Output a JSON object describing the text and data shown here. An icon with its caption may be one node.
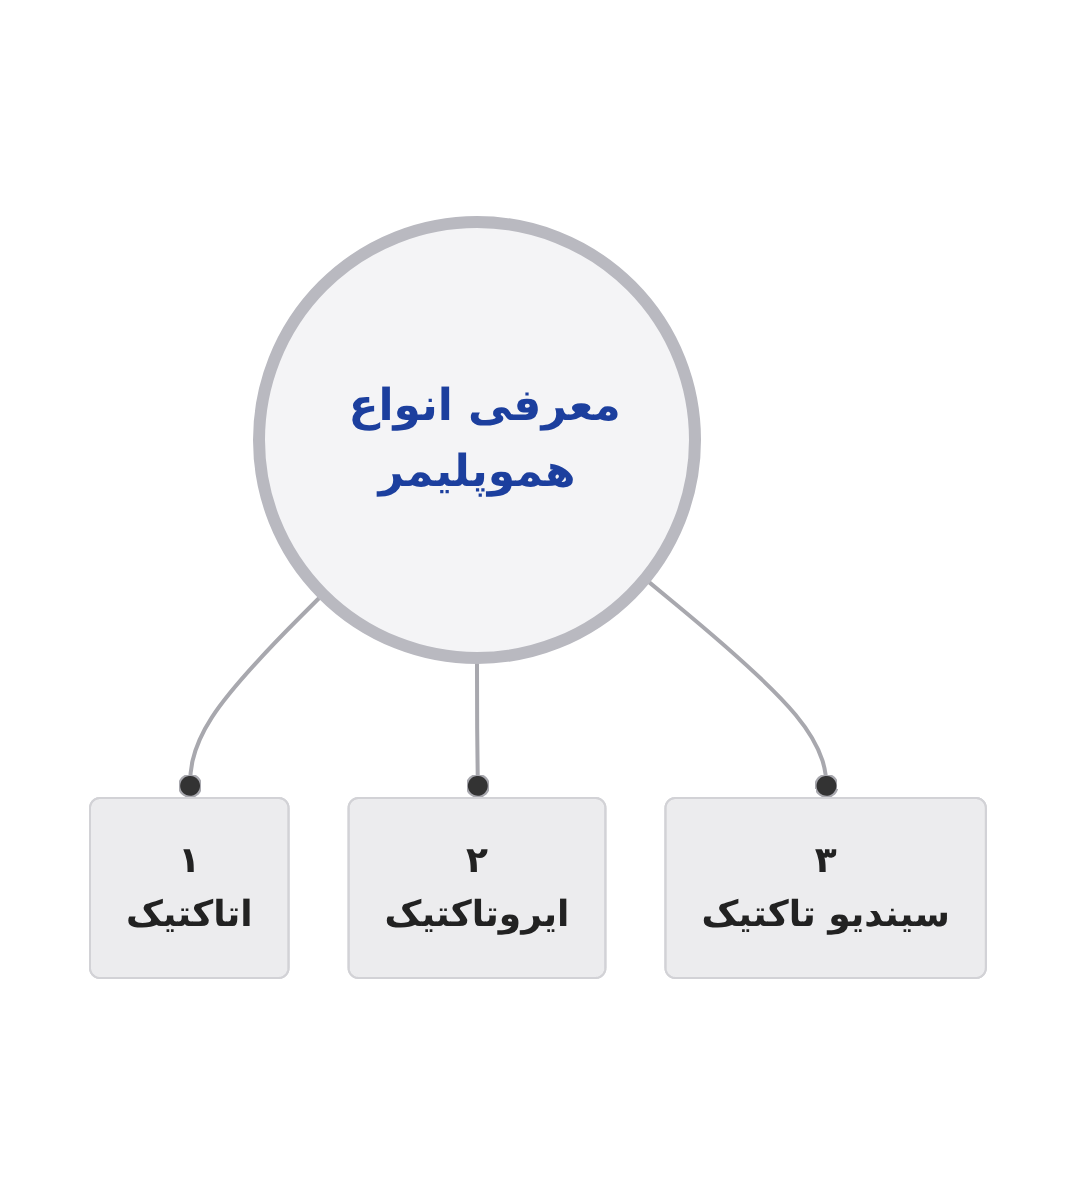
{
  "diagram": {
    "nodes": [
      {
        "text": [
          "معرفی انواع هموپلیمر"
        ]
      },
      {
        "text": [
          "۱",
          "اتاکتیک"
        ]
      },
      {
        "text": [
          "۲",
          "ایروتاکتیک"
        ]
      },
      {
        "text": [
          "۳",
          "سیندیو تاکتیک"
        ]
      }
    ],
    "edges": [
      {
        "from": 0,
        "to": 1,
        "arrow": "other"
      },
      {
        "from": 0,
        "to": 2,
        "arrow": "other"
      },
      {
        "from": 0,
        "to": 3,
        "arrow": "other"
      }
    ]
  }
}
